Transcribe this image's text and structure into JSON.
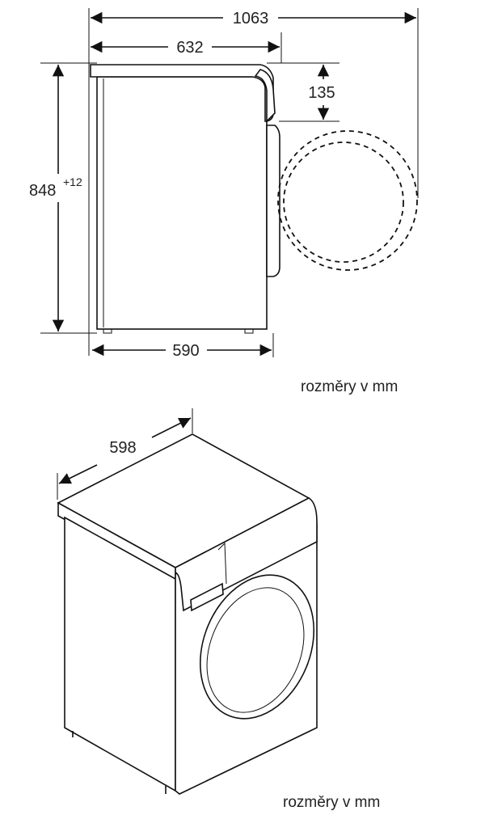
{
  "dimensions": {
    "total_depth": "1063",
    "depth_body": "632",
    "door_offset": "135",
    "height": "848",
    "height_tolerance": "+12",
    "depth_base": "590",
    "width": "598"
  },
  "notes": {
    "units_top": "rozměry v mm",
    "units_bottom": "rozměry v mm"
  }
}
